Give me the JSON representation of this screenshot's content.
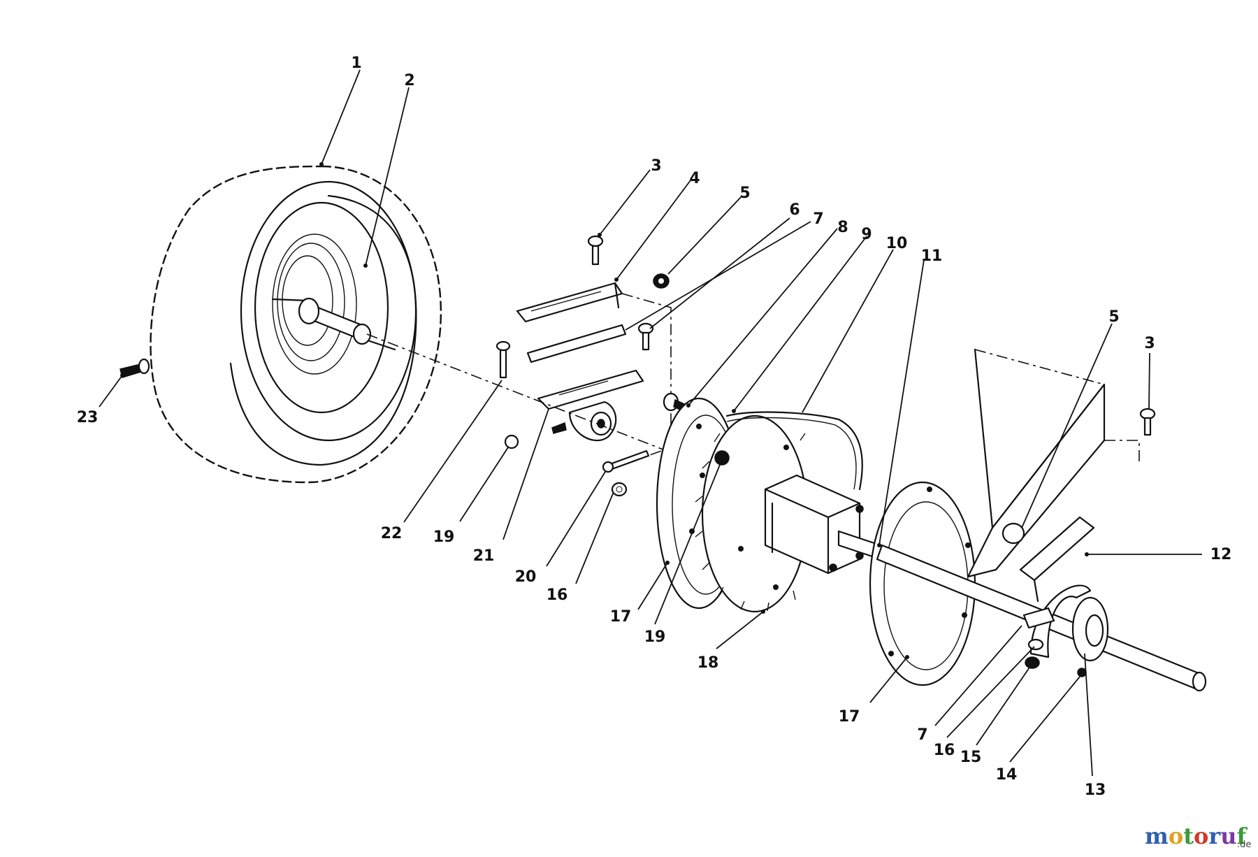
{
  "callouts": {
    "c1": "1",
    "c2": "2",
    "c3a": "3",
    "c3b": "3",
    "c4": "4",
    "c5a": "5",
    "c5b": "5",
    "c6": "6",
    "c7a": "7",
    "c7b": "7",
    "c8": "8",
    "c9": "9",
    "c10": "10",
    "c11": "11",
    "c12": "12",
    "c13": "13",
    "c14": "14",
    "c15": "15",
    "c16a": "16",
    "c16b": "16",
    "c17a": "17",
    "c17b": "17",
    "c18": "18",
    "c19a": "19",
    "c19b": "19",
    "c20": "20",
    "c21": "21",
    "c22": "22",
    "c23": "23"
  },
  "watermark": {
    "letters": [
      "m",
      "o",
      "t",
      "o",
      "r",
      "u",
      "f"
    ],
    "suffix": ".de"
  },
  "colors": {
    "m": "#2e5fb0",
    "o1": "#e0a020",
    "t": "#3a9a3a",
    "o2": "#d03a2a",
    "r": "#2e5fb0",
    "u": "#7a3aa0",
    "f": "#3a9a3a"
  }
}
